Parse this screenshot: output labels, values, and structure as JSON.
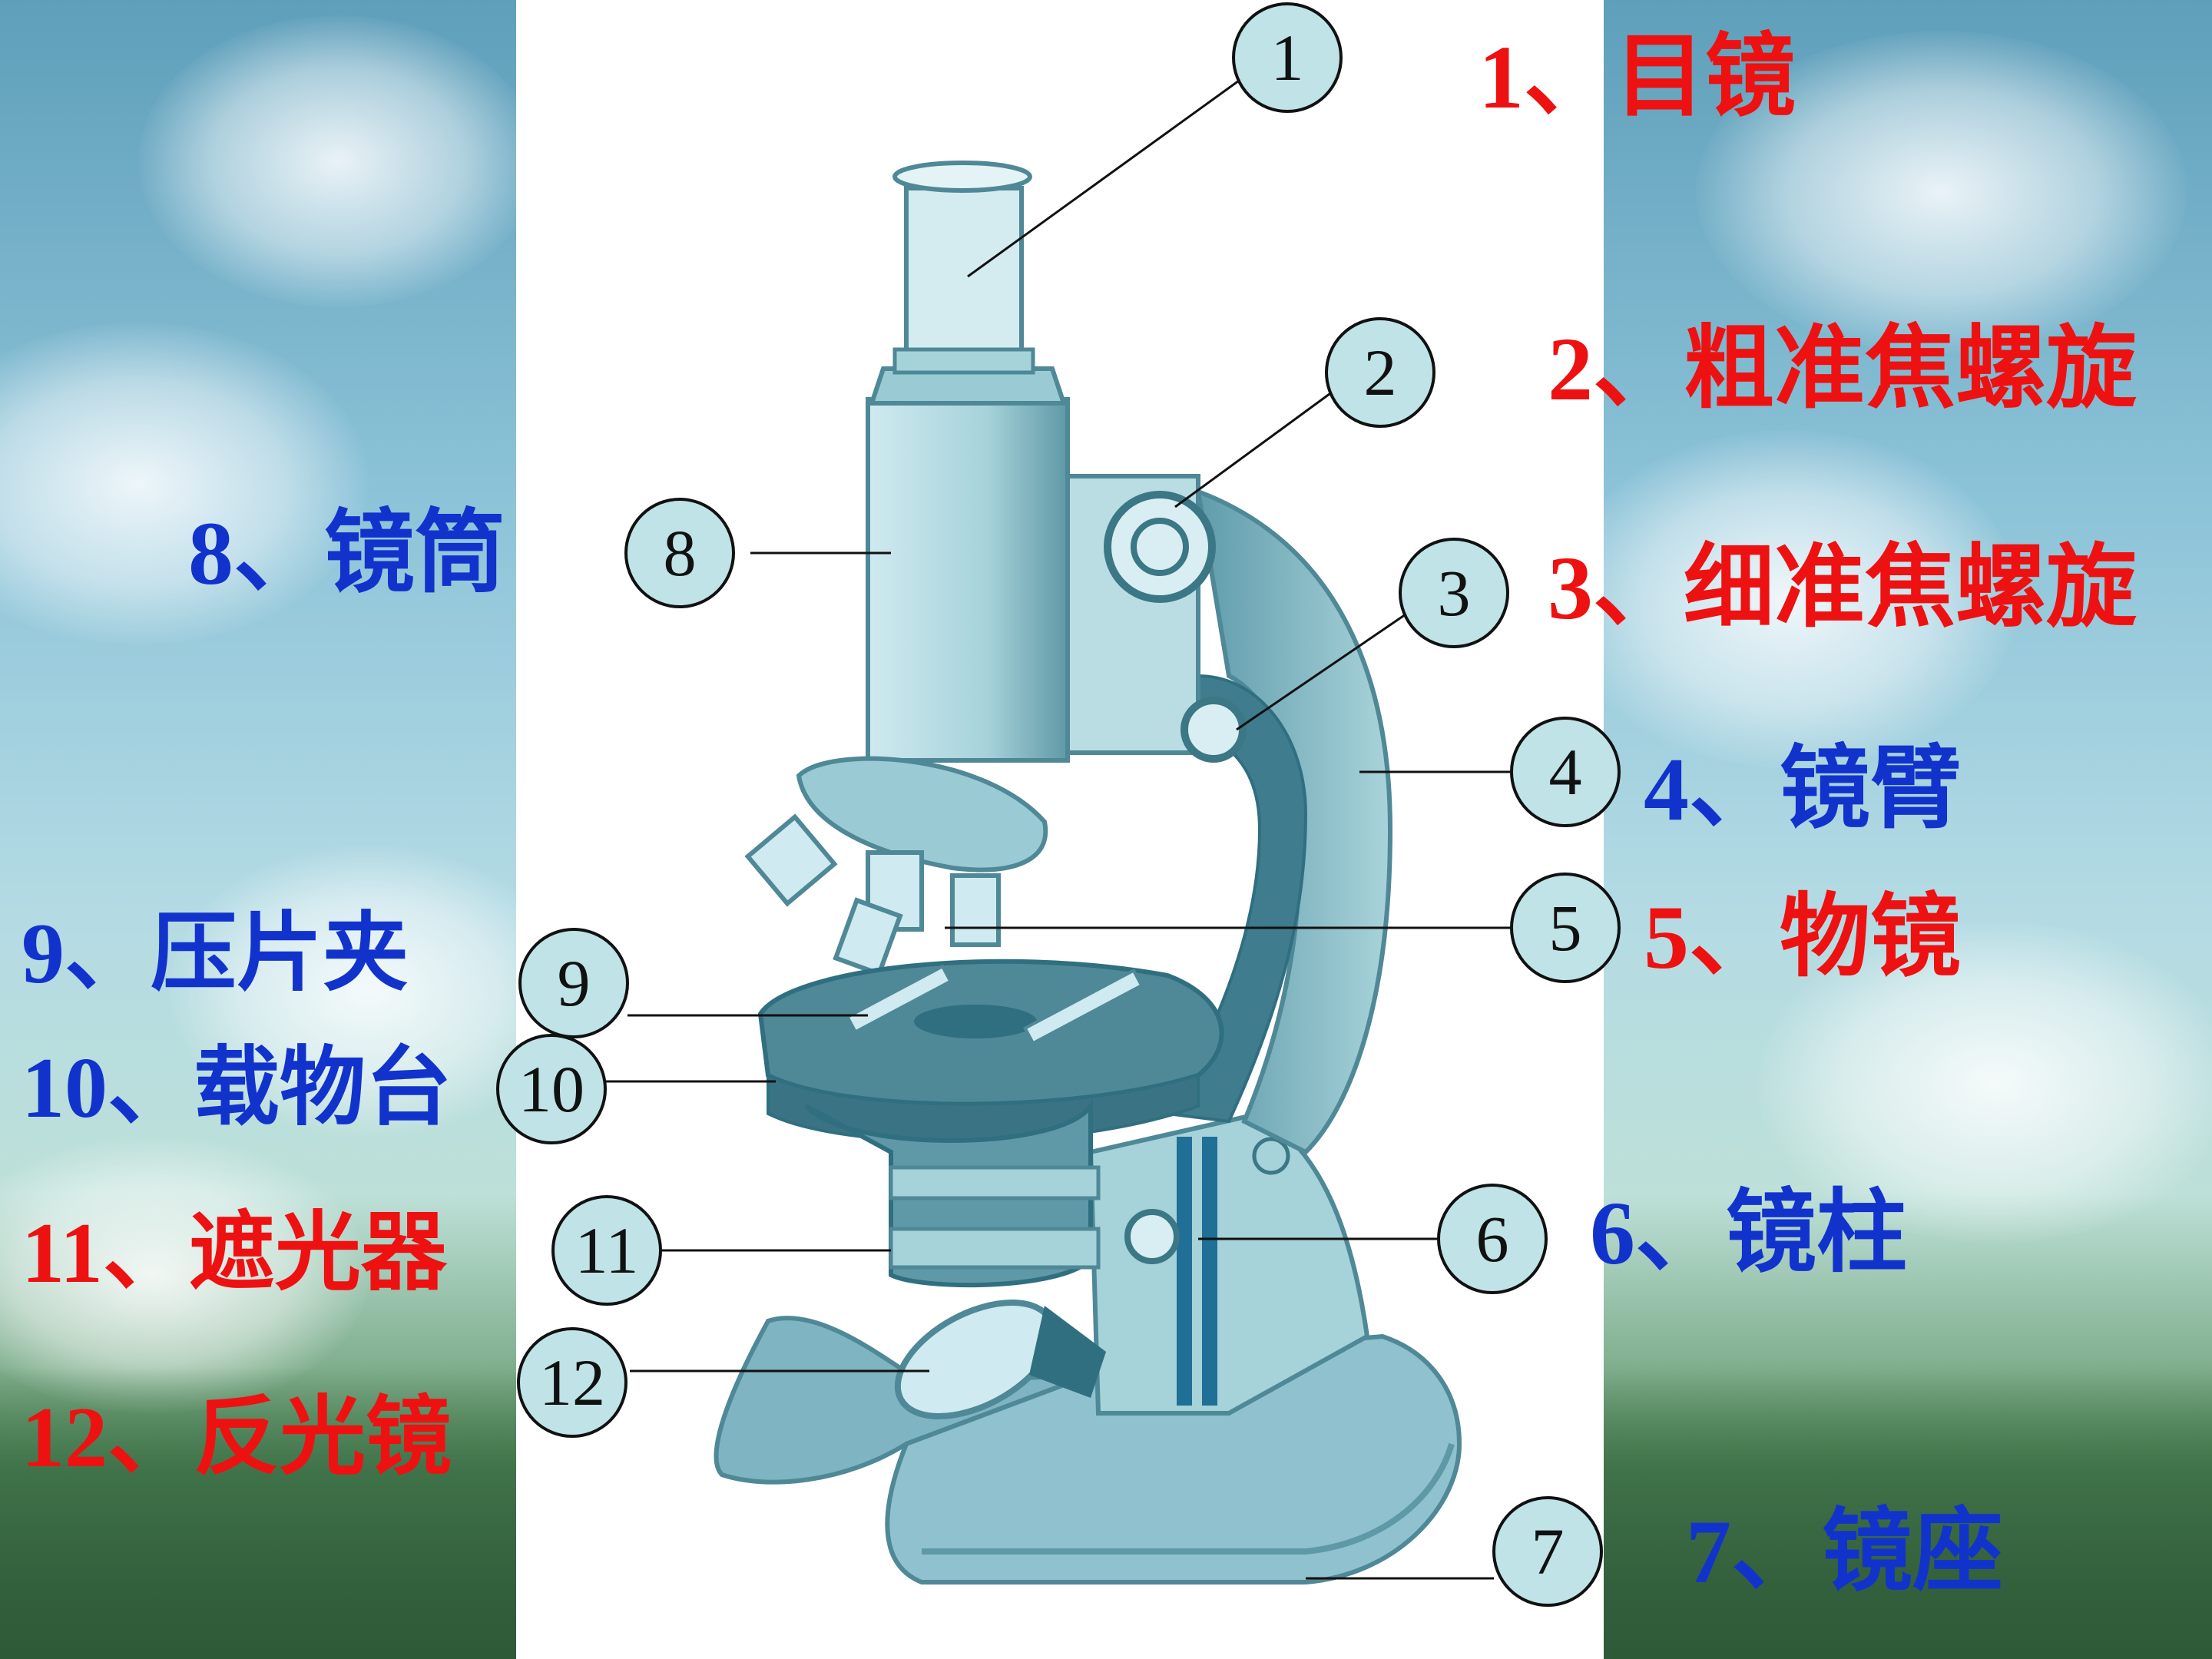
{
  "colors": {
    "red": "#ee1111",
    "blue": "#1133cc",
    "marker_fill": "#bfe3e6",
    "microscope_light": "#a8d4da",
    "microscope_dark": "#2f6f80"
  },
  "markers": [
    "1",
    "2",
    "3",
    "4",
    "5",
    "6",
    "7",
    "8",
    "9",
    "10",
    "11",
    "12"
  ],
  "labels": {
    "l1": {
      "num": "1、",
      "text": "目镜"
    },
    "l2": {
      "num": "2、",
      "text": "粗准焦螺旋"
    },
    "l3": {
      "num": "3、",
      "text": "细准焦螺旋"
    },
    "l4": {
      "num": "4、",
      "text": "镜臂"
    },
    "l5": {
      "num": "5、",
      "text": "物镜"
    },
    "l6": {
      "num": "6、",
      "text": "镜柱"
    },
    "l7": {
      "num": "7、",
      "text": "镜座"
    },
    "l8": {
      "num": "8、",
      "text": "镜筒"
    },
    "l9": {
      "num": "9、",
      "text": "压片夹"
    },
    "l10": {
      "num": "10、",
      "text": "载物台"
    },
    "l11": {
      "num": "11、",
      "text": "遮光器"
    },
    "l12": {
      "num": "12、",
      "text": "反光镜"
    }
  }
}
